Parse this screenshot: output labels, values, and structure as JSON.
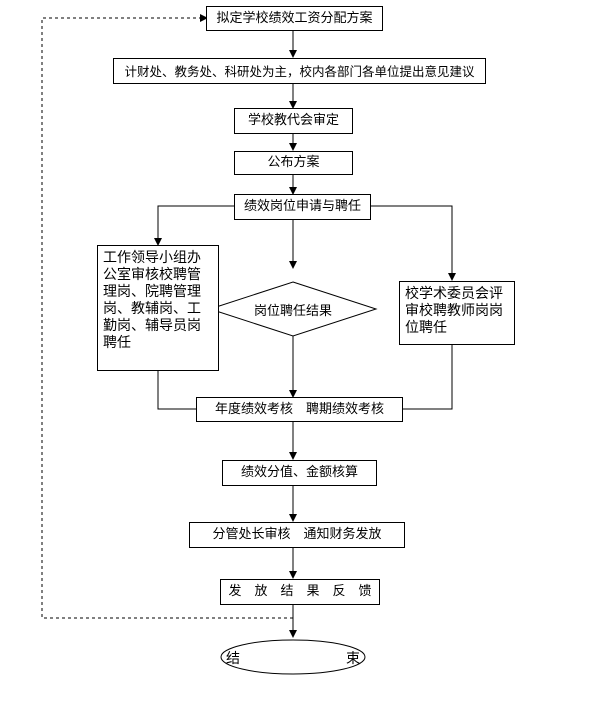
{
  "flowchart": {
    "step1": "拟定学校绩效工资分配方案",
    "step2": "计财处、教务处、科研处为主，校内各部门各单位提出意见建议",
    "step3": "学校教代会审定",
    "step4": "公布方案",
    "step5": "绩效岗位申请与聘任",
    "left_branch": "工作领导小组办公室审核校聘管理岗、院聘管理岗、教辅岗、工勤岗、辅导员岗聘任",
    "decision": "岗位聘任结果",
    "right_branch": "校学术委员会评审校聘教师岗岗位聘任",
    "step6": "年度绩效考核　聘期绩效考核",
    "step7": "绩效分值、金额核算",
    "step8": "分管处长审核　通知财务发放",
    "step9": "发　放　结　果　反　馈",
    "end": "结　　束"
  }
}
